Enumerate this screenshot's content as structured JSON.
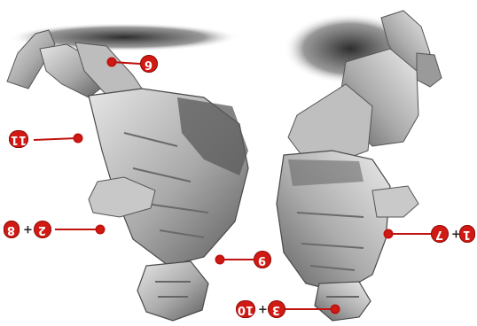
{
  "image": {
    "subject": "two upside-down stone figures with numbered red markers",
    "marker_color": "#d11a14"
  },
  "labels": {
    "l6_top": "6",
    "l11": "11",
    "l8_2": {
      "left": "8",
      "right": "2"
    },
    "l9": "9",
    "l10_3": {
      "left": "10",
      "right": "3"
    },
    "l7_1": {
      "left": "7",
      "right": "1"
    }
  }
}
